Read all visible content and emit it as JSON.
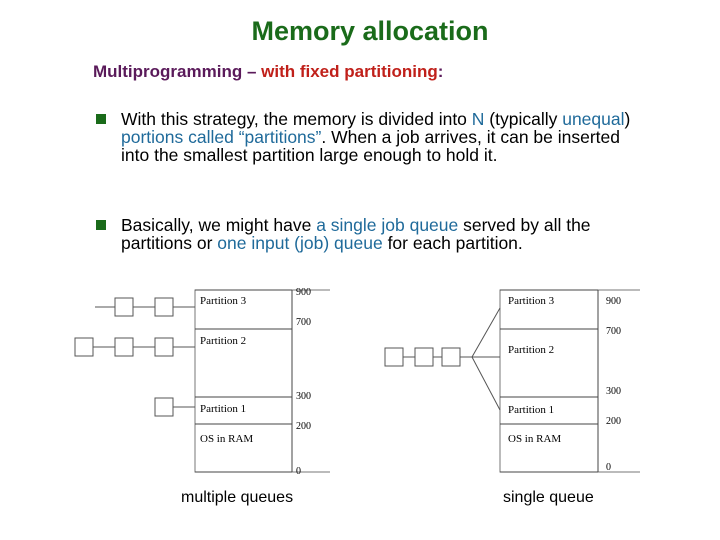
{
  "title": "Memory allocation",
  "subtitle": {
    "part1": "Multiprogramming",
    "dash": " – ",
    "part2": "with fixed partitioning",
    "colon": ":"
  },
  "bullets": [
    {
      "segments": [
        {
          "text": "With this strategy, the memory is divided into ",
          "color": ""
        },
        {
          "text": "N",
          "color": "blue"
        },
        {
          "text": " (typically ",
          "color": ""
        },
        {
          "text": "unequal",
          "color": "blue"
        },
        {
          "text": ") ",
          "color": ""
        },
        {
          "text": "portions called “partitions”",
          "color": "blue"
        },
        {
          "text": ". When a job arrives, it can be inserted into the smallest partition large enough to hold it.",
          "color": ""
        }
      ]
    },
    {
      "segments": [
        {
          "text": "Basically, we might have ",
          "color": ""
        },
        {
          "text": "a single job queue",
          "color": "blue"
        },
        {
          "text": " served by all the partitions or ",
          "color": ""
        },
        {
          "text": "one input (job) queue",
          "color": "blue"
        },
        {
          "text": " for each partition.",
          "color": ""
        }
      ]
    }
  ],
  "diagrams": {
    "partitions": [
      "Partition 3",
      "Partition 2",
      "Partition 1",
      "OS in RAM"
    ],
    "left_addresses": [
      "900",
      "700",
      "300",
      "200",
      "0"
    ],
    "right_addresses": [
      "900",
      "700",
      "300",
      "200",
      "0"
    ],
    "left_caption": "multiple queues",
    "right_caption": "single queue"
  },
  "colors": {
    "title": "#1a6b1a",
    "subtitle_part1": "#5a1a5a",
    "subtitle_part2": "#c0201a",
    "highlight": "#1f6a9a",
    "bullet_marker": "#1a6b1a"
  }
}
